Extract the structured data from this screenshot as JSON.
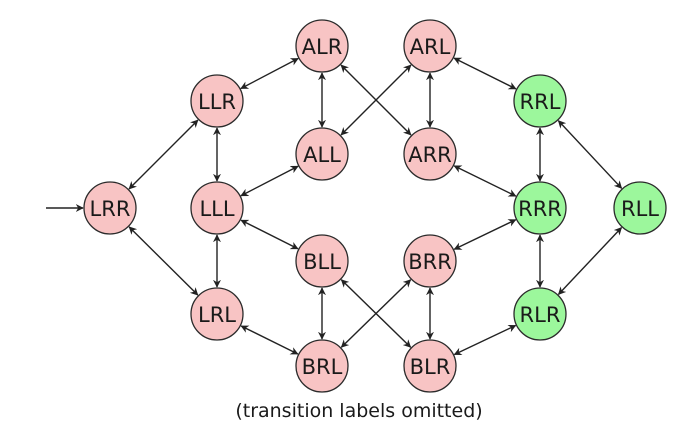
{
  "colors": {
    "node_pink": "#f8c4c4",
    "node_green": "#9cf79c",
    "stroke": "#2b2b2b"
  },
  "nodes": [
    {
      "id": "LRR",
      "label": "LRR",
      "color": "pink",
      "initial": true
    },
    {
      "id": "LLR",
      "label": "LLR",
      "color": "pink"
    },
    {
      "id": "LLL",
      "label": "LLL",
      "color": "pink"
    },
    {
      "id": "LRL",
      "label": "LRL",
      "color": "pink"
    },
    {
      "id": "ALR",
      "label": "ALR",
      "color": "pink"
    },
    {
      "id": "ALL",
      "label": "ALL",
      "color": "pink"
    },
    {
      "id": "ARL",
      "label": "ARL",
      "color": "pink"
    },
    {
      "id": "ARR",
      "label": "ARR",
      "color": "pink"
    },
    {
      "id": "BLL",
      "label": "BLL",
      "color": "pink"
    },
    {
      "id": "BRL",
      "label": "BRL",
      "color": "pink"
    },
    {
      "id": "BRR",
      "label": "BRR",
      "color": "pink"
    },
    {
      "id": "BLR",
      "label": "BLR",
      "color": "pink"
    },
    {
      "id": "RRL",
      "label": "RRL",
      "color": "green"
    },
    {
      "id": "RRR",
      "label": "RRR",
      "color": "green"
    },
    {
      "id": "RLR",
      "label": "RLR",
      "color": "green"
    },
    {
      "id": "RLL",
      "label": "RLL",
      "color": "green"
    }
  ],
  "edges": [
    [
      "LRR",
      "LLR"
    ],
    [
      "LRR",
      "LRL"
    ],
    [
      "LLR",
      "LLL"
    ],
    [
      "LLL",
      "LRL"
    ],
    [
      "LLR",
      "ALR"
    ],
    [
      "LLL",
      "ALL"
    ],
    [
      "LLL",
      "BLL"
    ],
    [
      "LRL",
      "BRL"
    ],
    [
      "ALR",
      "ALL"
    ],
    [
      "ALR",
      "ARR"
    ],
    [
      "ARL",
      "ALL"
    ],
    [
      "ARL",
      "ARR"
    ],
    [
      "BLL",
      "BRL"
    ],
    [
      "BLL",
      "BLR"
    ],
    [
      "BRR",
      "BRL"
    ],
    [
      "BRR",
      "BLR"
    ],
    [
      "ARL",
      "RRL"
    ],
    [
      "ARR",
      "RRR"
    ],
    [
      "BRR",
      "RRR"
    ],
    [
      "BLR",
      "RLR"
    ],
    [
      "RRL",
      "RRR"
    ],
    [
      "RRR",
      "RLR"
    ],
    [
      "RRL",
      "RLL"
    ],
    [
      "RLR",
      "RLL"
    ]
  ],
  "caption": "(transition labels omitted)"
}
